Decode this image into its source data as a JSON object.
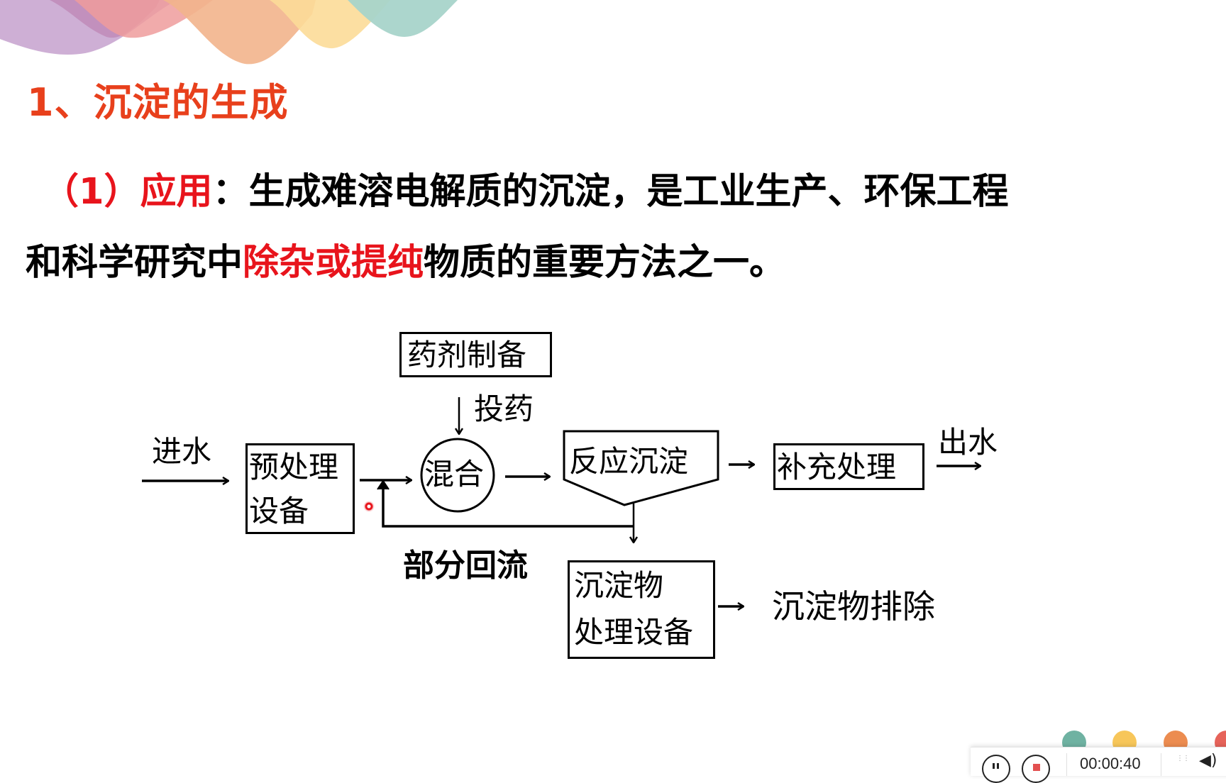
{
  "slide": {
    "title": "1、沉淀的生成",
    "paragraph": {
      "label_prefix": "（1）",
      "label_keyword": "应用",
      "colon": "：",
      "line1_rest": "生成难溶电解质的沉淀，是工业生产、环保工程",
      "line2_before": "和科学研究中",
      "line2_highlight": "除杂或提纯",
      "line2_after": "物质的重要方法之一。"
    },
    "diagram": {
      "inflow_label": "进水",
      "pretreatment_box": [
        "预处理",
        "设备"
      ],
      "reagent_box": "药剂制备",
      "dosing_label": "投药",
      "mixing_circle": "混合",
      "reaction_box": "反应沉淀",
      "supplement_box": "补充处理",
      "outflow_label": "出水",
      "recycle_label": "部分回流",
      "sludge_box": [
        "沉淀物",
        "处理设备"
      ],
      "sludge_discharge_label": "沉淀物排除"
    },
    "colors": {
      "title": "#e8401c",
      "keyword": "#e8141c",
      "body": "#000000",
      "waves": [
        "#c9a6d0",
        "#ee9c9c",
        "#f2b48c",
        "#fcdc98",
        "#a8d4ca"
      ],
      "deco_dots": [
        "#6fb2a2",
        "#f7c65a",
        "#ec8c50",
        "#e6635a"
      ]
    }
  },
  "recorder_bar": {
    "pause_icon": "pause-icon",
    "stop_icon": "stop-icon",
    "timer": "00:00:40",
    "grip_icon": "drag-handle-icon",
    "volume_icon": "speaker-icon"
  }
}
